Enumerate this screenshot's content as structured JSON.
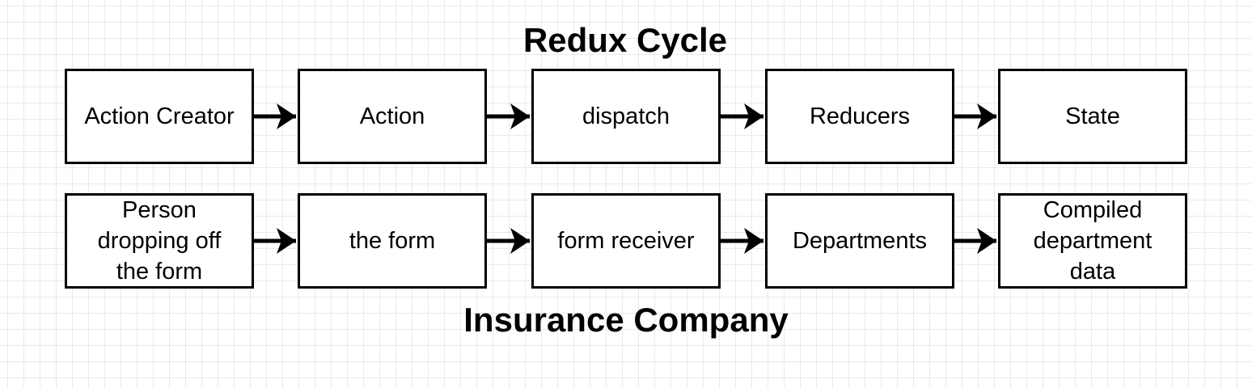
{
  "titles": {
    "top": "Redux Cycle",
    "bottom": "Insurance Company"
  },
  "redux_cycle": {
    "steps": [
      "Action Creator",
      "Action",
      "dispatch",
      "Reducers",
      "State"
    ]
  },
  "insurance_company": {
    "steps": [
      "Person dropping off the form",
      "the form",
      "form receiver",
      "Departments",
      "Compiled department data"
    ]
  },
  "colors": {
    "stroke": "#000000",
    "box_fill": "#ffffff",
    "grid": "#e9e9e9"
  }
}
